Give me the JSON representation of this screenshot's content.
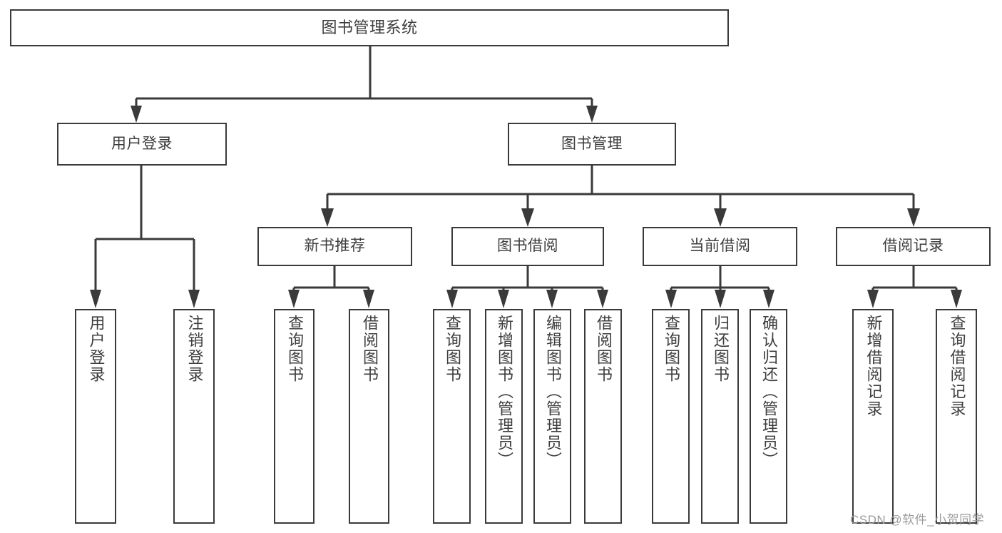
{
  "diagram": {
    "title": "图书管理系统",
    "type": "tree",
    "root": {
      "label": "图书管理系统"
    },
    "level1": [
      {
        "label": "用户登录"
      },
      {
        "label": "图书管理"
      }
    ],
    "level2": [
      {
        "label": "新书推荐"
      },
      {
        "label": "图书借阅"
      },
      {
        "label": "当前借阅"
      },
      {
        "label": "借阅记录"
      }
    ],
    "leaves": {
      "user_login": [
        {
          "label": "用户登录"
        },
        {
          "label": "注销登录"
        }
      ],
      "new_book": [
        {
          "label": "查询图书"
        },
        {
          "label": "借阅图书"
        }
      ],
      "book_borrow": [
        {
          "label": "查询图书"
        },
        {
          "label": "新增图书（管理员）"
        },
        {
          "label": "编辑图书（管理员）"
        },
        {
          "label": "借阅图书"
        }
      ],
      "current_borrow": [
        {
          "label": "查询图书"
        },
        {
          "label": "归还图书"
        },
        {
          "label": "确认归还（管理员）"
        }
      ],
      "borrow_record": [
        {
          "label": "新增借阅记录"
        },
        {
          "label": "查询借阅记录"
        }
      ]
    }
  },
  "watermark": {
    "text": "CSDN @软件_小贺同学"
  },
  "colors": {
    "stroke": "#3a3a3a",
    "text": "#3d3d3d",
    "background": "#ffffff",
    "watermark": "#9b9b9b"
  }
}
